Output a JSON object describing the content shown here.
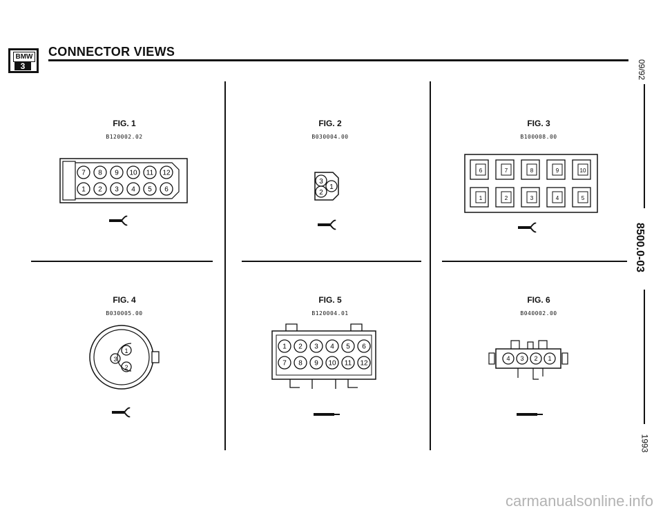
{
  "header": {
    "logo_top": "BMW",
    "logo_bottom": "3",
    "title": "CONNECTOR VIEWS"
  },
  "side": {
    "date": "09/92",
    "section": "8500.0-03",
    "year": "1993"
  },
  "figures": [
    {
      "label": "FIG. 1",
      "code": "B120002.02",
      "pins_top": [
        "7",
        "8",
        "9",
        "10",
        "11",
        "12"
      ],
      "pins_bottom": [
        "1",
        "2",
        "3",
        "4",
        "5",
        "6"
      ]
    },
    {
      "label": "FIG. 2",
      "code": "B030004.00",
      "pins": [
        "3",
        "1",
        "2"
      ]
    },
    {
      "label": "FIG. 3",
      "code": "B100008.00",
      "pins_top": [
        "6",
        "7",
        "8",
        "9",
        "10"
      ],
      "pins_bottom": [
        "1",
        "2",
        "3",
        "4",
        "5"
      ]
    },
    {
      "label": "FIG. 4",
      "code": "B030005.00",
      "pins": [
        "1",
        "3",
        "2"
      ]
    },
    {
      "label": "FIG. 5",
      "code": "B120004.01",
      "pins_top": [
        "1",
        "2",
        "3",
        "4",
        "5",
        "6"
      ],
      "pins_bottom": [
        "7",
        "8",
        "9",
        "10",
        "11",
        "12"
      ]
    },
    {
      "label": "FIG. 6",
      "code": "B040002.00",
      "pins": [
        "4",
        "3",
        "2",
        "1"
      ]
    }
  ],
  "watermark": "carmanualsonline.info"
}
